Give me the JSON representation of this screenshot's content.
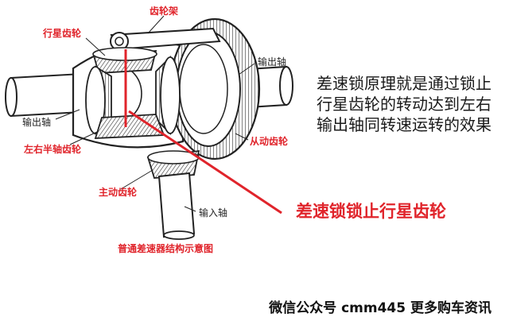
{
  "labels": {
    "carrier": "齿轮架",
    "planet_gear": "行星齿轮",
    "output_shaft_right": "输出轴",
    "output_shaft_left": "输出轴",
    "side_gear": "左右半轴齿轮",
    "driven_gear": "从动齿轮",
    "drive_gear": "主动齿轮",
    "input_shaft": "输入轴"
  },
  "diagram_title": "普通差速器结构示意图",
  "caption": "差速锁原理就是通过锁止行星齿轮的转动达到左右输出轴同转速运转的效果",
  "callout": "差速锁锁止行星齿轮",
  "footer": "微信公众号 cmm445 更多购车资讯",
  "colors": {
    "accent": "#e0242b",
    "line": "#222222"
  }
}
